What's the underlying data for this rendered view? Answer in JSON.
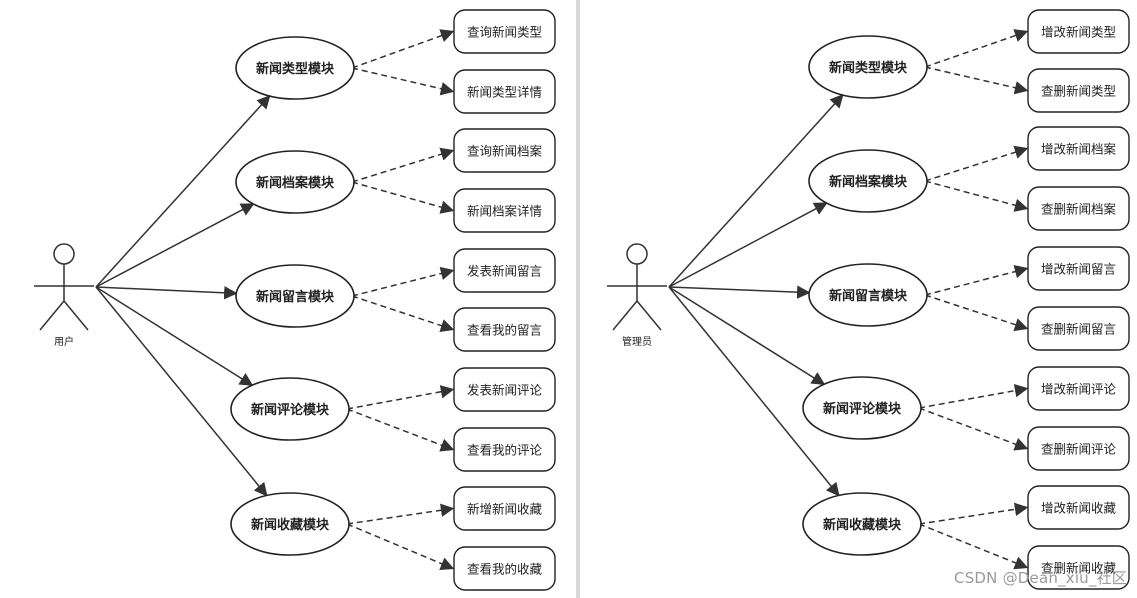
{
  "diagrams": [
    {
      "actor": "用户",
      "modules": [
        {
          "label": "新闻类型模块",
          "actions": [
            "查询新闻类型",
            "新闻类型详情"
          ]
        },
        {
          "label": "新闻档案模块",
          "actions": [
            "查询新闻档案",
            "新闻档案详情"
          ]
        },
        {
          "label": "新闻留言模块",
          "actions": [
            "发表新闻留言",
            "查看我的留言"
          ]
        },
        {
          "label": "新闻评论模块",
          "actions": [
            "发表新闻评论",
            "查看我的评论"
          ]
        },
        {
          "label": "新闻收藏模块",
          "actions": [
            "新增新闻收藏",
            "查看我的收藏"
          ]
        }
      ]
    },
    {
      "actor": "管理员",
      "modules": [
        {
          "label": "新闻类型模块",
          "actions": [
            "增改新闻类型",
            "查删新闻类型"
          ]
        },
        {
          "label": "新闻档案模块",
          "actions": [
            "增改新闻档案",
            "查删新闻档案"
          ]
        },
        {
          "label": "新闻留言模块",
          "actions": [
            "增改新闻留言",
            "查删新闻留言"
          ]
        },
        {
          "label": "新闻评论模块",
          "actions": [
            "增改新闻评论",
            "查删新闻评论"
          ]
        },
        {
          "label": "新闻收藏模块",
          "actions": [
            "增改新闻收藏",
            "查删新闻收藏"
          ]
        }
      ]
    }
  ],
  "watermark": "CSDN @Dean_xiu_社区"
}
